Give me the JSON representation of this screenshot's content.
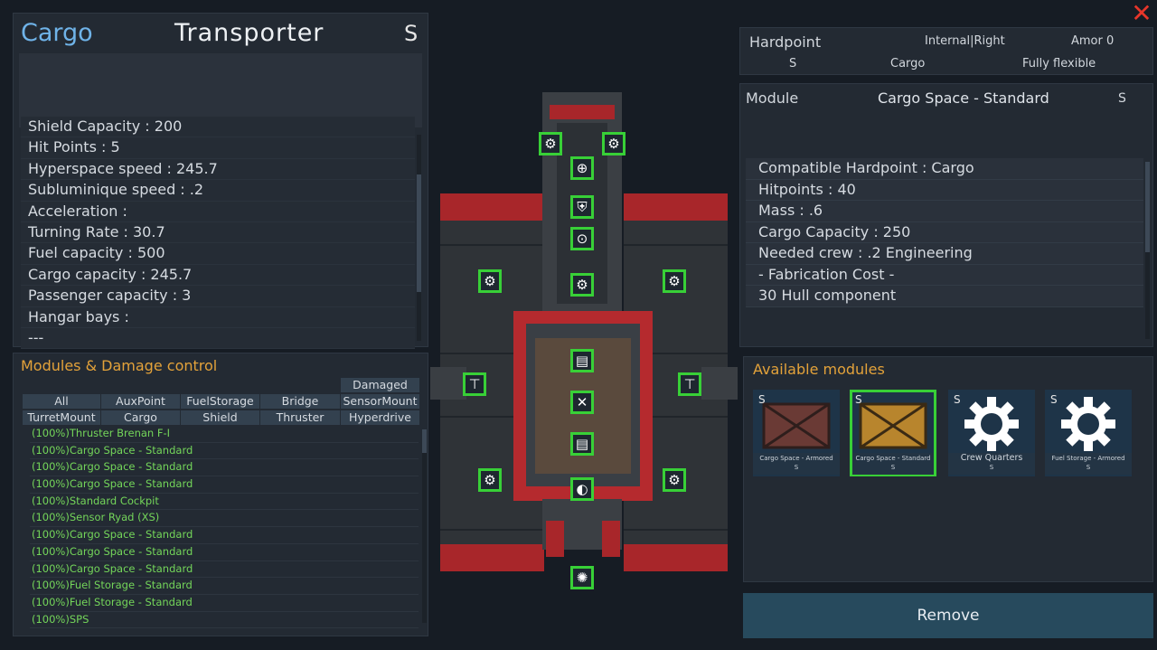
{
  "ship": {
    "type": "Cargo",
    "name": "Transporter",
    "size": "S",
    "stats": [
      "Shield Capacity : 200",
      "Hit Points : 5",
      "Hyperspace speed : 245.7",
      "Subluminique speed : .2",
      "Acceleration :",
      "Turning Rate : 30.7",
      "Fuel capacity : 500",
      "Cargo capacity : 245.7",
      "Passenger capacity : 3",
      "Hangar bays :",
      "---"
    ]
  },
  "modules_panel": {
    "title": "Modules & Damage control",
    "filters_row1": [
      "Damaged"
    ],
    "filters_row2": [
      "All",
      "AuxPoint",
      "FuelStorage",
      "Bridge",
      "SensorMount"
    ],
    "filters_row3": [
      "TurretMount",
      "Cargo",
      "Shield",
      "Thruster",
      "Hyperdrive"
    ],
    "items": [
      "(100%)Thruster Brenan F-I",
      "(100%)Cargo Space - Standard",
      "(100%)Cargo Space - Standard",
      "(100%)Cargo Space - Standard",
      "(100%)Standard Cockpit",
      "(100%)Sensor Ryad (XS)",
      "(100%)Cargo Space - Standard",
      "(100%)Cargo Space - Standard",
      "(100%)Cargo Space - Standard",
      "(100%)Fuel Storage - Standard",
      "(100%)Fuel Storage - Standard",
      "(100%)SPS"
    ]
  },
  "hardpoint": {
    "title": "Hardpoint",
    "location": "Internal|Right",
    "armor": "Amor 0",
    "size": "S",
    "type": "Cargo",
    "flex": "Fully flexible"
  },
  "module": {
    "title": "Module",
    "name": "Cargo Space - Standard",
    "size": "S",
    "info": [
      "Compatible Hardpoint : Cargo",
      "Hitpoints : 40",
      "Mass : .6",
      "Cargo Capacity : 250",
      "Needed crew : .2 Engineering",
      "- Fabrication Cost -",
      "30 Hull component"
    ]
  },
  "available": {
    "title": "Available modules",
    "cards": [
      {
        "size": "S",
        "name": "Cargo Space - Armored",
        "module_size": "S",
        "icon": "cargo-crate-armored-icon"
      },
      {
        "size": "S",
        "name": "Cargo Space - Standard",
        "module_size": "S",
        "icon": "cargo-crate-standard-icon",
        "selected": true
      },
      {
        "size": "S",
        "name": "Crew Quarters",
        "module_size": "S",
        "icon": "gear-icon"
      },
      {
        "size": "S",
        "name": "Fuel Storage - Armored",
        "module_size": "S",
        "icon": "gear-icon"
      }
    ]
  },
  "remove_label": "Remove",
  "close_icon": "close-icon",
  "colors": {
    "accent_orange": "#e3a23a",
    "accent_blue": "#6fb3e8",
    "module_green": "#74d65a",
    "selection_green": "#38d037",
    "close_red": "#e8362a"
  },
  "hardpoint_icons": [
    "gear-icon",
    "gear-icon",
    "crosshair-icon",
    "shield-icon",
    "steering-wheel-icon",
    "gear-icon",
    "gear-icon",
    "gear-icon",
    "fuel-icon",
    "turret-icon",
    "thruster-icon",
    "turret-icon",
    "fuel-icon",
    "gear-icon",
    "gear-icon",
    "radar-icon",
    "engine-icon"
  ]
}
